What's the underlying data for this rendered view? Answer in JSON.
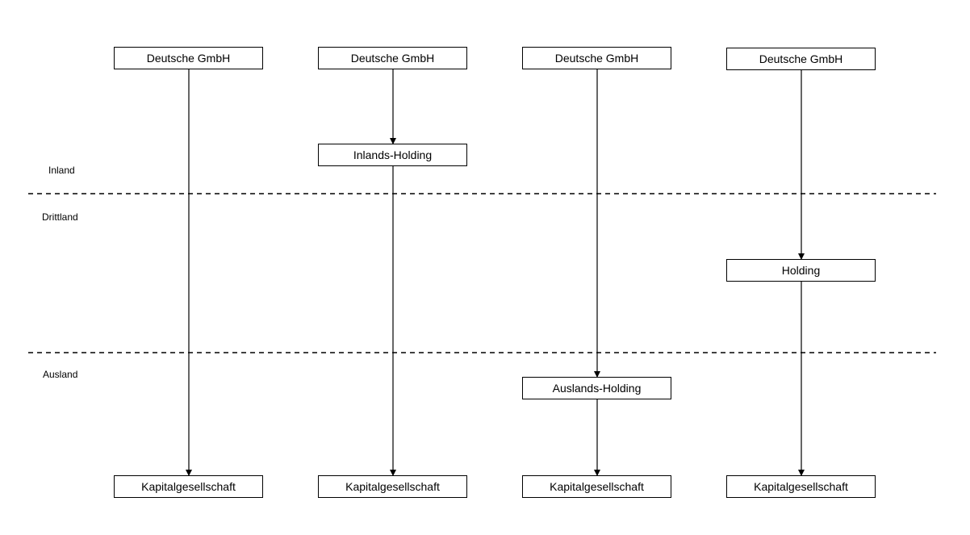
{
  "zones": {
    "inland": "Inland",
    "drittland": "Drittland",
    "ausland": "Ausland"
  },
  "columns": [
    {
      "top": "Deutsche GmbH",
      "bottom": "Kapitalgesellschaft"
    },
    {
      "top": "Deutsche GmbH",
      "intermediate": "Inlands-Holding",
      "bottom": "Kapitalgesellschaft"
    },
    {
      "top": "Deutsche GmbH",
      "intermediate": "Auslands-Holding",
      "bottom": "Kapitalgesellschaft"
    },
    {
      "top": "Deutsche GmbH",
      "intermediate": "Holding",
      "bottom": "Kapitalgesellschaft"
    }
  ],
  "colors": {
    "line": "#000000",
    "box_border": "#000000",
    "background": "#ffffff"
  }
}
